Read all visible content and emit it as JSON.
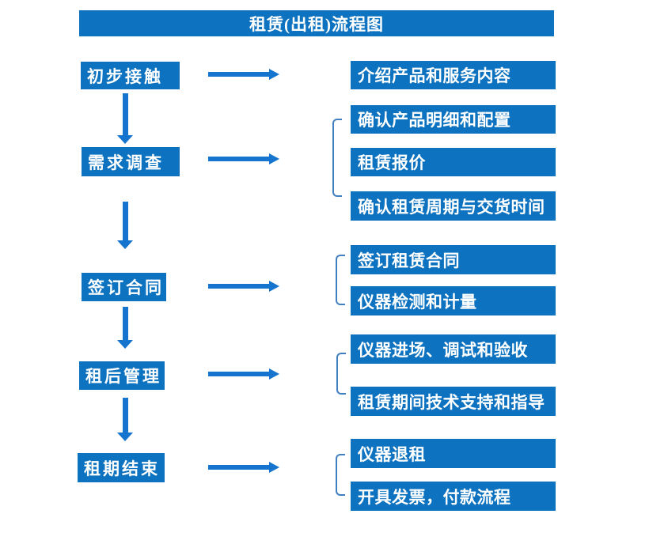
{
  "title": "租赁(出租)流程图",
  "colors": {
    "box_blue": "#0d72bf",
    "arrow_blue": "#1574cd",
    "bracket_blue": "#4080c0",
    "text_white": "#ffffff"
  },
  "steps": [
    {
      "label": "初步接触",
      "details": [
        "介绍产品和服务内容"
      ]
    },
    {
      "label": "需求调查",
      "details": [
        "确认产品明细和配置",
        "租赁报价",
        "确认租赁周期与交货时间"
      ]
    },
    {
      "label": "签订合同",
      "details": [
        "签订租赁合同",
        "仪器检测和计量"
      ]
    },
    {
      "label": "租后管理",
      "details": [
        "仪器进场、调试和验收",
        "租赁期间技术支持和指导"
      ]
    },
    {
      "label": "租期结束",
      "details": [
        "仪器退租",
        "开具发票，付款流程"
      ]
    }
  ]
}
